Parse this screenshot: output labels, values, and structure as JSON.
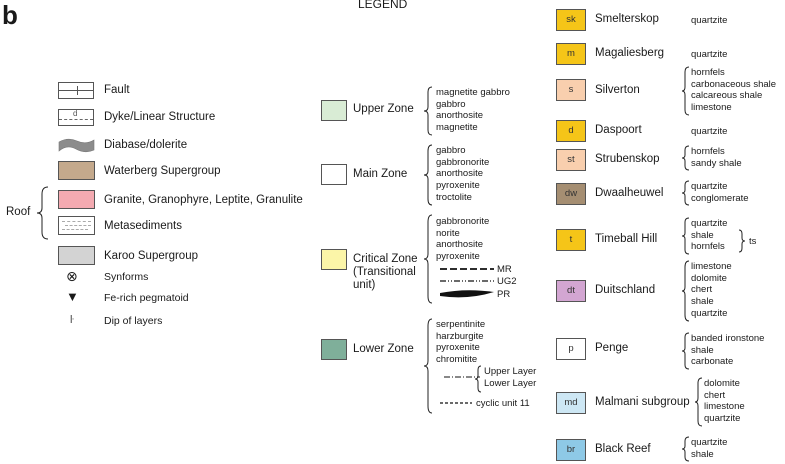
{
  "header": {
    "panel_letter": "b",
    "title": "LEGEND"
  },
  "left_symbols": [
    {
      "label": "Fault",
      "symbol": "fault-box"
    },
    {
      "label": "Dyke/Linear Structure",
      "symbol": "dyke-box",
      "box_text": "d"
    },
    {
      "label": "Diabase/dolerite",
      "symbol": "diabase-swatch",
      "color": "#8c8c8c"
    },
    {
      "label": "Waterberg Supergroup",
      "symbol": "color-box",
      "color": "#c4a98c"
    },
    {
      "label": "Granite, Granophyre, Leptite, Granulite",
      "symbol": "color-box",
      "color": "#f4aab1"
    },
    {
      "label": "Metasediments",
      "symbol": "dashed-box"
    },
    {
      "label": "Karoo Supergroup",
      "symbol": "color-box",
      "color": "#d3d3d3"
    },
    {
      "label": "Synforms",
      "symbol": "synform-icon",
      "glyph": "⊗"
    },
    {
      "label": "Fe-rich pegmatoid",
      "symbol": "triangle-icon",
      "glyph": "▼"
    },
    {
      "label": "Dip of layers",
      "symbol": "dip-icon",
      "glyph": "ŀ"
    }
  ],
  "roof_label": "Roof",
  "zones": [
    {
      "name": "Upper Zone",
      "color": "#d9ecd5",
      "rocks": [
        "magnetite gabbro",
        "gabbro",
        "anorthosite",
        "magnetite"
      ]
    },
    {
      "name": "Main Zone",
      "color": "#ffffff",
      "rocks": [
        "gabbro",
        "gabbronorite",
        "anorthosite",
        "pyroxenite",
        "troctolite"
      ]
    },
    {
      "name": "Critical Zone (Transitional unit)",
      "name_lines": [
        "Critical Zone",
        "(Transitional",
        "unit)"
      ],
      "color": "#fbf5a8",
      "rocks": [
        "gabbronorite",
        "norite",
        "anorthosite",
        "pyroxenite"
      ],
      "markers": [
        "MR",
        "UG2",
        "PR"
      ]
    },
    {
      "name": "Lower Zone",
      "color": "#7faf9a",
      "rocks": [
        "serpentinite",
        "harzburgite",
        "pyroxenite",
        "chromitite"
      ],
      "layers": [
        "Upper Layer",
        "Lower Layer"
      ],
      "cyclic": "cyclic unit 11"
    }
  ],
  "units": [
    {
      "code": "sk",
      "name": "Smelterskop",
      "color": "#f5c518",
      "rocks": [
        "quartzite"
      ]
    },
    {
      "code": "m",
      "name": "Magaliesberg",
      "color": "#f5c518",
      "rocks": [
        "quartzite"
      ]
    },
    {
      "code": "s",
      "name": "Silverton",
      "color": "#f9cfae",
      "rocks": [
        "hornfels",
        "carbonaceous shale",
        "calcareous shale",
        "limestone"
      ]
    },
    {
      "code": "d",
      "name": "Daspoort",
      "color": "#f5c518",
      "rocks": [
        "quartzite"
      ]
    },
    {
      "code": "st",
      "name": "Strubenskop",
      "color": "#f9cfae",
      "rocks": [
        "hornfels",
        "sandy shale"
      ]
    },
    {
      "code": "dw",
      "name": "Dwaalheuwel",
      "color": "#a58e72",
      "rocks": [
        "quartzite",
        "conglomerate"
      ]
    },
    {
      "code": "t",
      "name": "Timeball Hill",
      "color": "#f5c518",
      "rocks": [
        "quartzite",
        "shale",
        "hornfels"
      ],
      "group_label": "ts"
    },
    {
      "code": "dt",
      "name": "Duitschland",
      "color": "#d3a6d2",
      "rocks": [
        "limestone",
        "dolomite",
        "chert",
        "shale",
        "quartzite"
      ]
    },
    {
      "code": "p",
      "name": "Penge",
      "color": "#ffffff",
      "rocks": [
        "banded ironstone",
        "shale",
        "carbonate"
      ]
    },
    {
      "code": "md",
      "name": "Malmani subgroup",
      "color": "#cde7f4",
      "rocks": [
        "dolomite",
        "chert",
        "limestone",
        "quartzite"
      ]
    },
    {
      "code": "br",
      "name": "Black Reef",
      "color": "#8ec9e6",
      "rocks": [
        "quartzite",
        "shale"
      ]
    }
  ]
}
